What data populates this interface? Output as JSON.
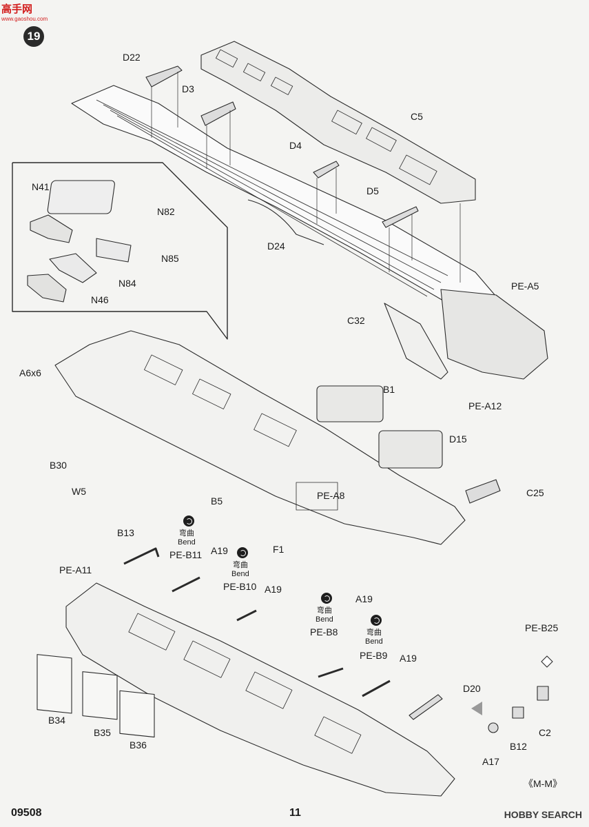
{
  "watermark": {
    "site": "高手网",
    "url": "www.gaoshou.com"
  },
  "step_number": "19",
  "footer": {
    "kit_number": "09508",
    "page_number": "11",
    "section_mark": "《M-M》",
    "brand": "HOBBY SEARCH"
  },
  "bend_note": {
    "zh": "弯曲",
    "en": "Bend"
  },
  "labels": {
    "D22": "D22",
    "D3": "D3",
    "D4": "D4",
    "D5": "D5",
    "C5": "C5",
    "D24": "D24",
    "N41": "N41",
    "N82": "N82",
    "N85": "N85",
    "N84": "N84",
    "N46": "N46",
    "PE_A5": "PE-A5",
    "C32": "C32",
    "B1": "B1",
    "PE_A12": "PE-A12",
    "A6x6": "A6x6",
    "B30": "B30",
    "W5": "W5",
    "B5": "B5",
    "D15": "D15",
    "C25": "C25",
    "PE_A8": "PE-A8",
    "F1": "F1",
    "B13": "B13",
    "PE_B11": "PE-B11",
    "A19_1": "A19",
    "PE_B10": "PE-B10",
    "A19_2": "A19",
    "PE_B8": "PE-B8",
    "A19_3": "A19",
    "PE_B9": "PE-B9",
    "A19_4": "A19",
    "PE_A11": "PE-A11",
    "PE_B25": "PE-B25",
    "D20": "D20",
    "B34": "B34",
    "B35": "B35",
    "B36": "B36",
    "A17": "A17",
    "B12": "B12",
    "C2": "C2"
  }
}
